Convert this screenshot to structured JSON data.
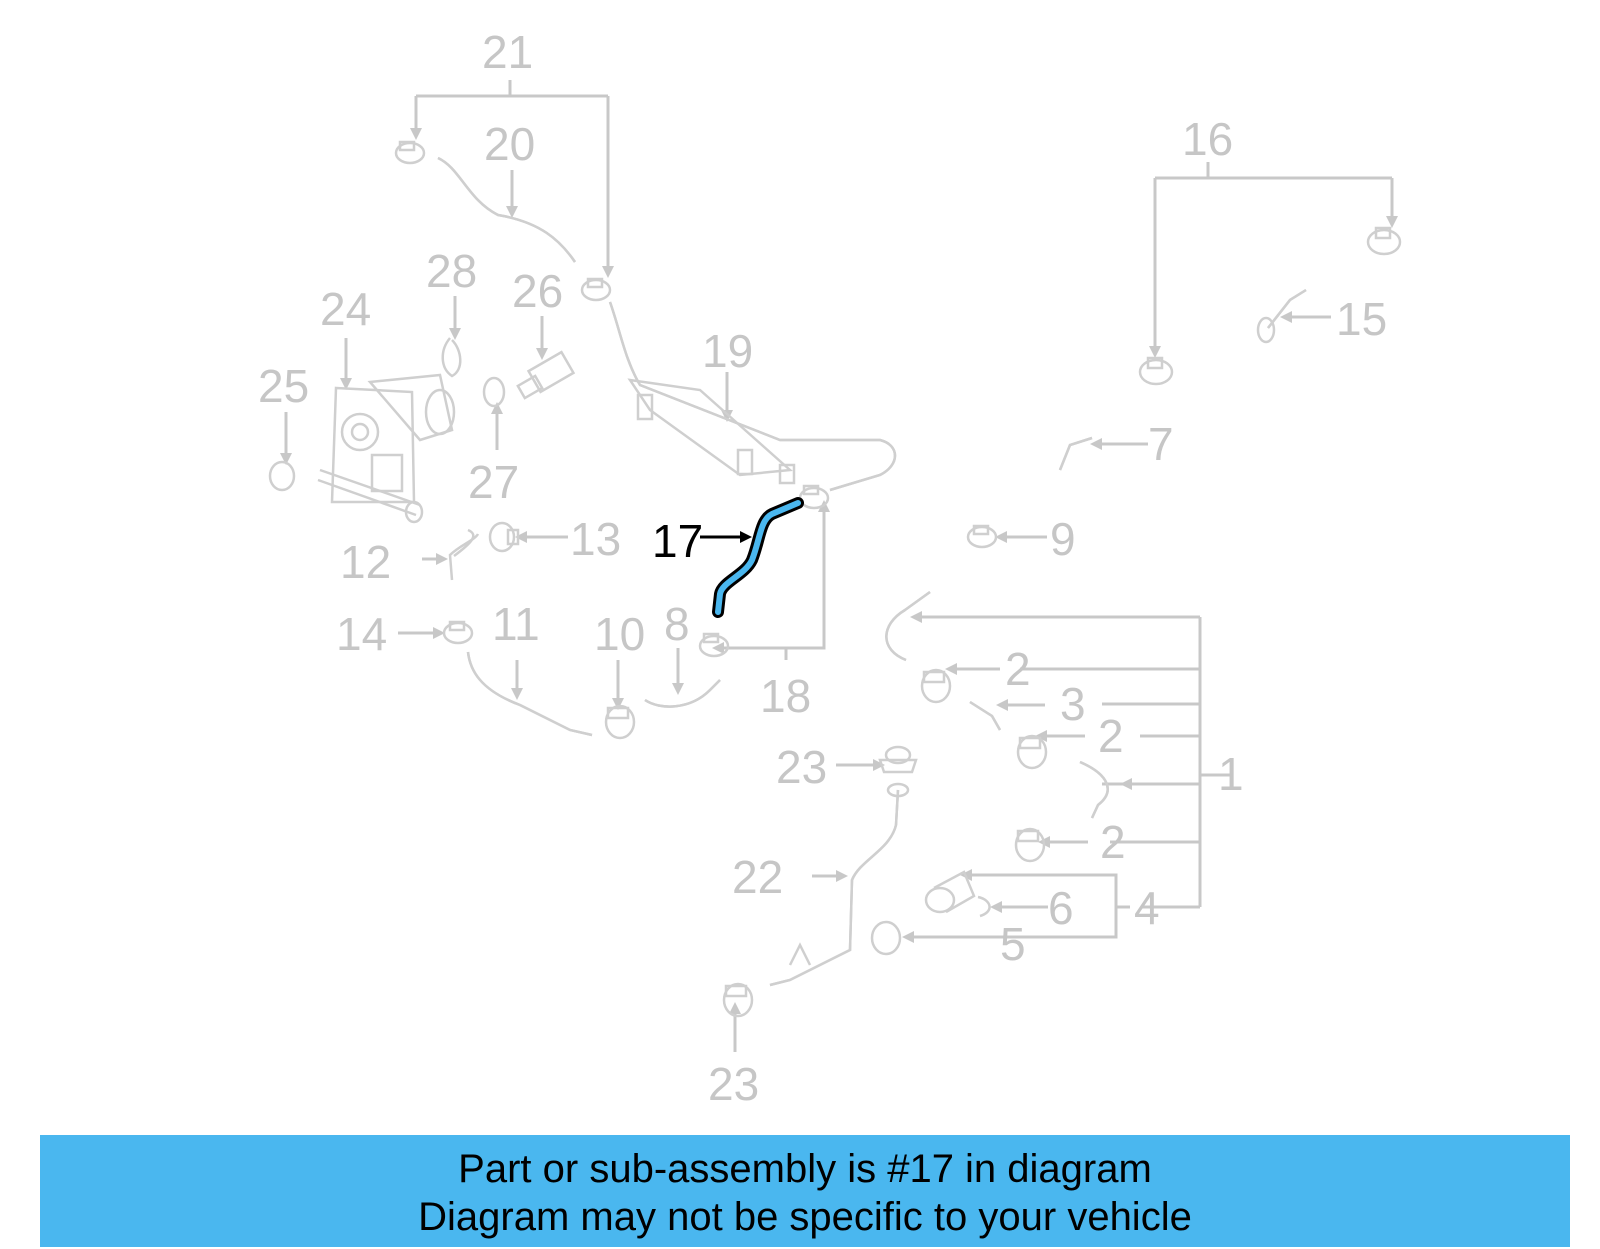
{
  "callouts": [
    {
      "id": "1",
      "text": "1"
    },
    {
      "id": "2a",
      "text": "2"
    },
    {
      "id": "3",
      "text": "3"
    },
    {
      "id": "2b",
      "text": "2"
    },
    {
      "id": "2c",
      "text": "2"
    },
    {
      "id": "4",
      "text": "4"
    },
    {
      "id": "5",
      "text": "5"
    },
    {
      "id": "6",
      "text": "6"
    },
    {
      "id": "7",
      "text": "7"
    },
    {
      "id": "8",
      "text": "8"
    },
    {
      "id": "9",
      "text": "9"
    },
    {
      "id": "10",
      "text": "10"
    },
    {
      "id": "11",
      "text": "11"
    },
    {
      "id": "12",
      "text": "12"
    },
    {
      "id": "13",
      "text": "13"
    },
    {
      "id": "14",
      "text": "14"
    },
    {
      "id": "15",
      "text": "15"
    },
    {
      "id": "16",
      "text": "16"
    },
    {
      "id": "17",
      "text": "17",
      "highlighted": true
    },
    {
      "id": "18",
      "text": "18"
    },
    {
      "id": "19",
      "text": "19"
    },
    {
      "id": "20",
      "text": "20"
    },
    {
      "id": "21",
      "text": "21"
    },
    {
      "id": "22",
      "text": "22"
    },
    {
      "id": "23a",
      "text": "23"
    },
    {
      "id": "23b",
      "text": "23"
    },
    {
      "id": "24",
      "text": "24"
    },
    {
      "id": "25",
      "text": "25"
    },
    {
      "id": "26",
      "text": "26"
    },
    {
      "id": "27",
      "text": "27"
    },
    {
      "id": "28",
      "text": "28"
    }
  ],
  "highlight_color": "#4ab7ef",
  "banner": {
    "line1": "Part or sub-assembly is #17 in diagram",
    "line2": "Diagram may not be specific to your vehicle",
    "color": "#4ab7ef"
  }
}
